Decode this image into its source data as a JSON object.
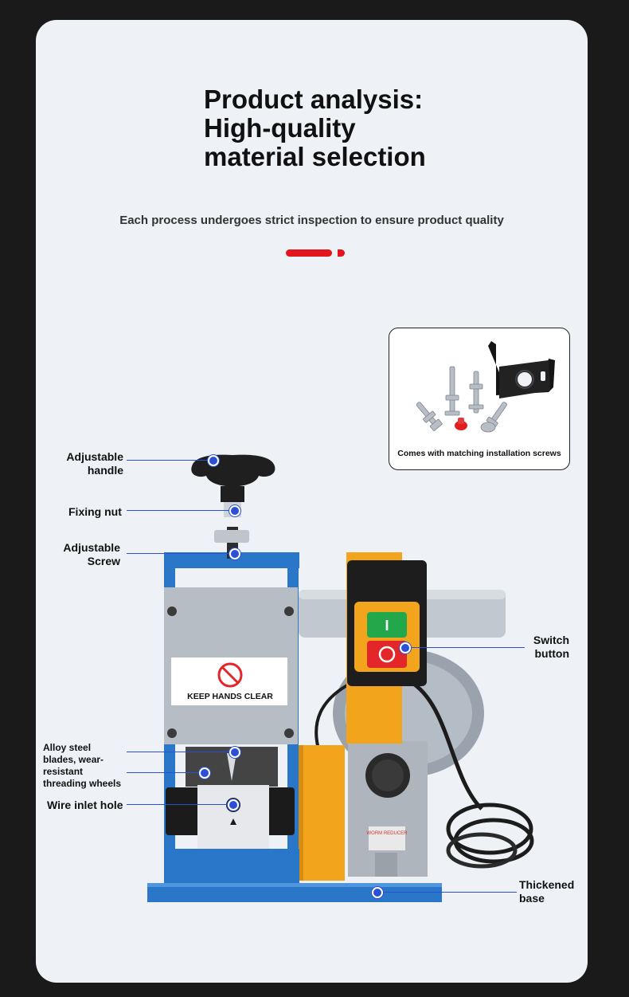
{
  "header": {
    "title_lines": [
      "Product analysis:",
      "High-quality",
      "material selection"
    ],
    "subtitle": "Each process undergoes strict inspection to ensure product quality"
  },
  "inset": {
    "caption": "Comes with matching installation screws"
  },
  "machine": {
    "warning_sign": "KEEP HANDS CLEAR",
    "switch_on_symbol": "I",
    "reducer_label": "WORM REDUCER"
  },
  "callouts": {
    "adjustable_handle": [
      "Adjustable",
      "handle"
    ],
    "fixing_nut": "Fixing nut",
    "adjustable_screw": [
      "Adjustable",
      "Screw"
    ],
    "switch_button": [
      "Switch",
      "button"
    ],
    "alloy_blades": [
      "Alloy steel",
      "blades, wear-",
      "resistant",
      "threading wheels"
    ],
    "wire_inlet": "Wire inlet hole",
    "thickened_base": [
      "Thickened",
      "base"
    ]
  },
  "colors": {
    "accent_red": "#e2141d",
    "leader_blue": "#2b4fd6",
    "frame_blue": "#2a76c9",
    "housing_yellow": "#f2a51c"
  }
}
